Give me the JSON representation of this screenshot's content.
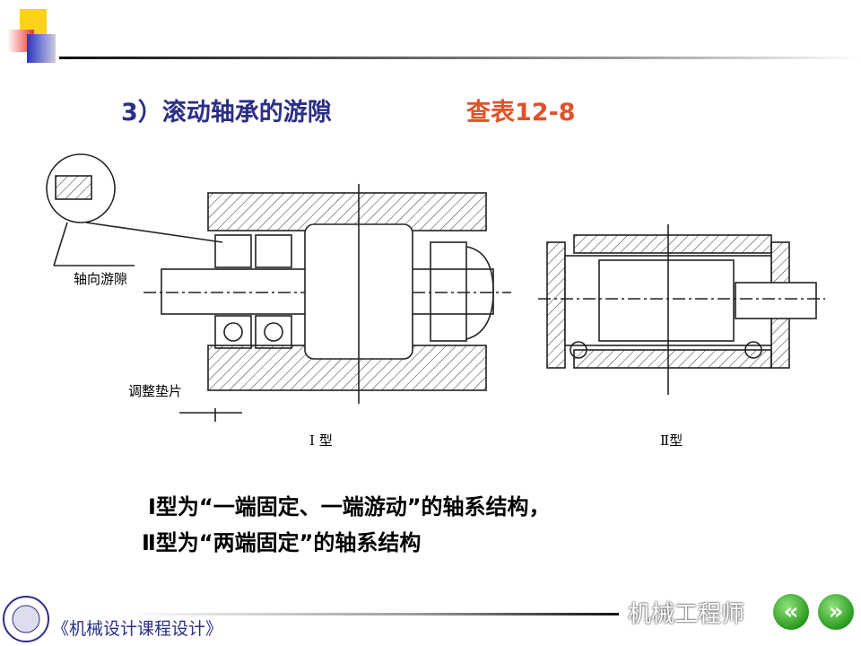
{
  "slide": {
    "title": "3）滚动轴承的游隙",
    "reference": "查表12-8",
    "figure": {
      "label_axial_clearance": "轴向游隙",
      "label_shim": "调整垫片",
      "label_type1": "I 型",
      "label_type2": "Ⅱ型"
    },
    "captions": [
      "Ⅰ型为“一端固定、一端游动”的轴系结构，",
      "Ⅱ型为“两端固定”的轴系结构"
    ],
    "footer": {
      "course_title": "《机械设计课程设计》",
      "watermark": "机械工程师",
      "prev_label": "«",
      "next_label": "»"
    },
    "colors": {
      "title": "#2b2f86",
      "reference": "#e0522a",
      "nav": "#2a9a1e"
    }
  }
}
